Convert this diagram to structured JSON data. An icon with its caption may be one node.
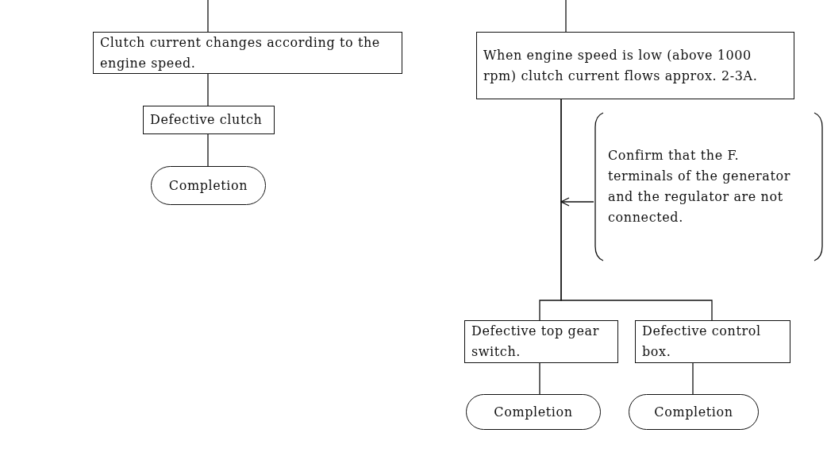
{
  "diagram": {
    "nodes": [
      {
        "text": [
          "Clutch current changes according to the engine speed."
        ]
      },
      {
        "text": [
          "Defective clutch"
        ]
      },
      {
        "text": [
          "Completion"
        ]
      },
      {
        "text": [
          "When engine speed is low (above 1000 rpm) clutch current flows approx. 2-3A."
        ]
      },
      {
        "text": [
          "Confirm that the F. terminals of the generator and the regulator are not connected."
        ]
      },
      {
        "text": [
          "Defective top gear switch."
        ]
      },
      {
        "text": [
          "Defective control box."
        ]
      },
      {
        "text": [
          "Completion"
        ]
      },
      {
        "text": [
          "Completion"
        ]
      }
    ],
    "edges": [
      {
        "from": null,
        "to": 0,
        "arrow": "none"
      },
      {
        "from": 0,
        "to": 1,
        "arrow": "none"
      },
      {
        "from": 1,
        "to": 2,
        "arrow": "none"
      },
      {
        "from": null,
        "to": 3,
        "arrow": "none"
      },
      {
        "from": 3,
        "to": 5,
        "arrow": "none"
      },
      {
        "from": 3,
        "to": 6,
        "arrow": "none"
      },
      {
        "from": 5,
        "to": 7,
        "arrow": "none"
      },
      {
        "from": 6,
        "to": 8,
        "arrow": "none"
      },
      {
        "from": 4,
        "to": null,
        "arrow": "to"
      }
    ]
  }
}
